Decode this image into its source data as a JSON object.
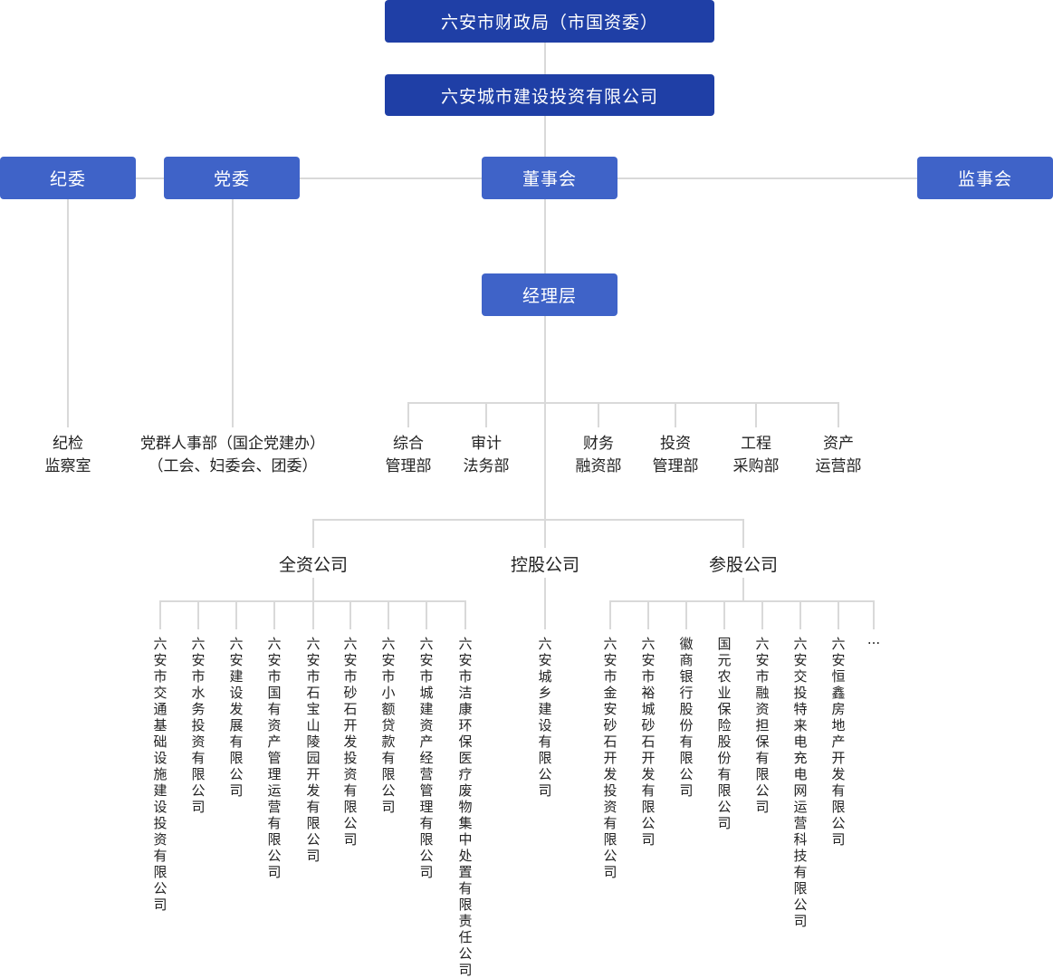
{
  "top": {
    "finance_bureau": "六安市财政局（市国资委）",
    "city_company": "六安城市建设投资有限公司"
  },
  "board": {
    "discipline_committee": "纪委",
    "party_committee": "党委",
    "board_of_directors": "董事会",
    "supervisory_board": "监事会",
    "management": "经理层"
  },
  "left_units": {
    "discipline_office": [
      "纪检",
      "监察室"
    ],
    "party_hr": [
      "党群人事部（国企党建办）",
      "（工会、妇委会、团委）"
    ]
  },
  "departments": [
    [
      "综合",
      "管理部"
    ],
    [
      "审计",
      "法务部"
    ],
    [
      "财务",
      "融资部"
    ],
    [
      "投资",
      "管理部"
    ],
    [
      "工程",
      "采购部"
    ],
    [
      "资产",
      "运营部"
    ]
  ],
  "groups": {
    "wholly_owned": "全资公司",
    "holding": "控股公司",
    "participating": "参股公司"
  },
  "wholly_owned_companies": [
    "六安市交通基础设施建设投资有限公司",
    "六安市水务投资有限公司",
    "六安建设发展有限公司",
    "六安市国有资产管理运营有限公司",
    "六安市石宝山陵园开发有限公司",
    "六安市砂石开发投资有限公司",
    "六安市小额贷款有限公司",
    "六安市城建资产经营管理有限公司",
    "六安市洁康环保医疗废物集中处置有限责任公司"
  ],
  "holding_companies": [
    "六安城乡建设有限公司"
  ],
  "participating_companies": [
    "六安市金安砂石开发投资有限公司",
    "六安市裕城砂石开发有限公司",
    "徽商银行股份有限公司",
    "国元农业保险股份有限公司",
    "六安市融资担保有限公司",
    "六安交投特来电充电网运营科技有限公司",
    "六安恒鑫房地产开发有限公司",
    "..."
  ],
  "colors": {
    "dark_box": "#1f3fa6",
    "mid_box": "#3f63c8",
    "connector": "#d9d9d9"
  }
}
